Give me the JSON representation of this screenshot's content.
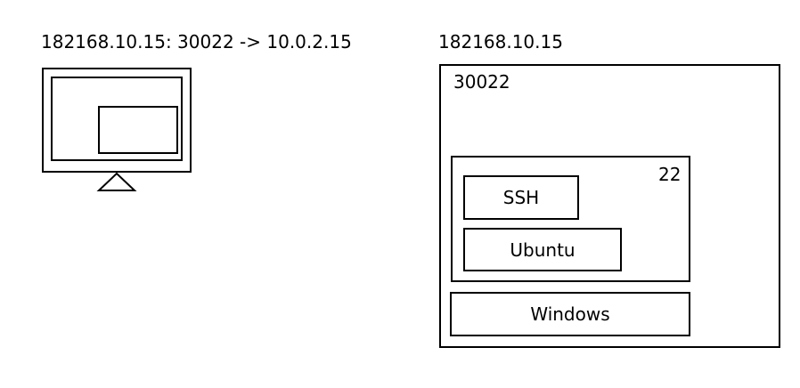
{
  "client": {
    "label": "182168.10.15: 30022 -> 10.0.2.15",
    "icon": "monitor-icon"
  },
  "host": {
    "label": "182168.10.15",
    "port": "30022",
    "vm": {
      "port": "22",
      "ssh_label": "SSH",
      "ubuntu_label": "Ubuntu"
    },
    "windows_label": "Windows"
  }
}
